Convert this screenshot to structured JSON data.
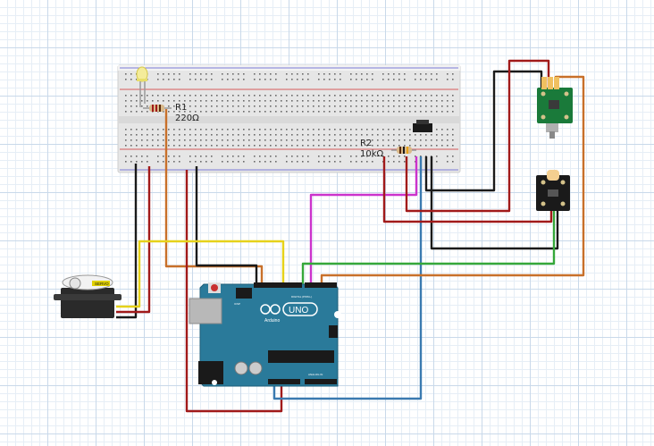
{
  "labels": {
    "r1_name": "R1",
    "r1_value": "220Ω",
    "r2_name": "R2",
    "r2_value": "10kΩ"
  },
  "arduino": {
    "logo_text": "UNO",
    "brand_text": "Arduino",
    "digital_label": "DIGITAL (PWM~)",
    "icsp_label": "ICSP",
    "analog_label": "ANALOG IN"
  },
  "servo": {
    "label": "SERVO"
  },
  "colors": {
    "board_blue": "#2a7a9a",
    "breadboard": "#e8e8e8",
    "wire_black": "#1a1a1a",
    "wire_red": "#a11a1a",
    "wire_orange": "#c8702a",
    "wire_yellow": "#e6d21a",
    "wire_green": "#36a83a",
    "wire_magenta": "#cc33cc",
    "wire_blue": "#3a7ab0",
    "module_green": "#1a7a3a",
    "module_black": "#1a1a1a"
  }
}
